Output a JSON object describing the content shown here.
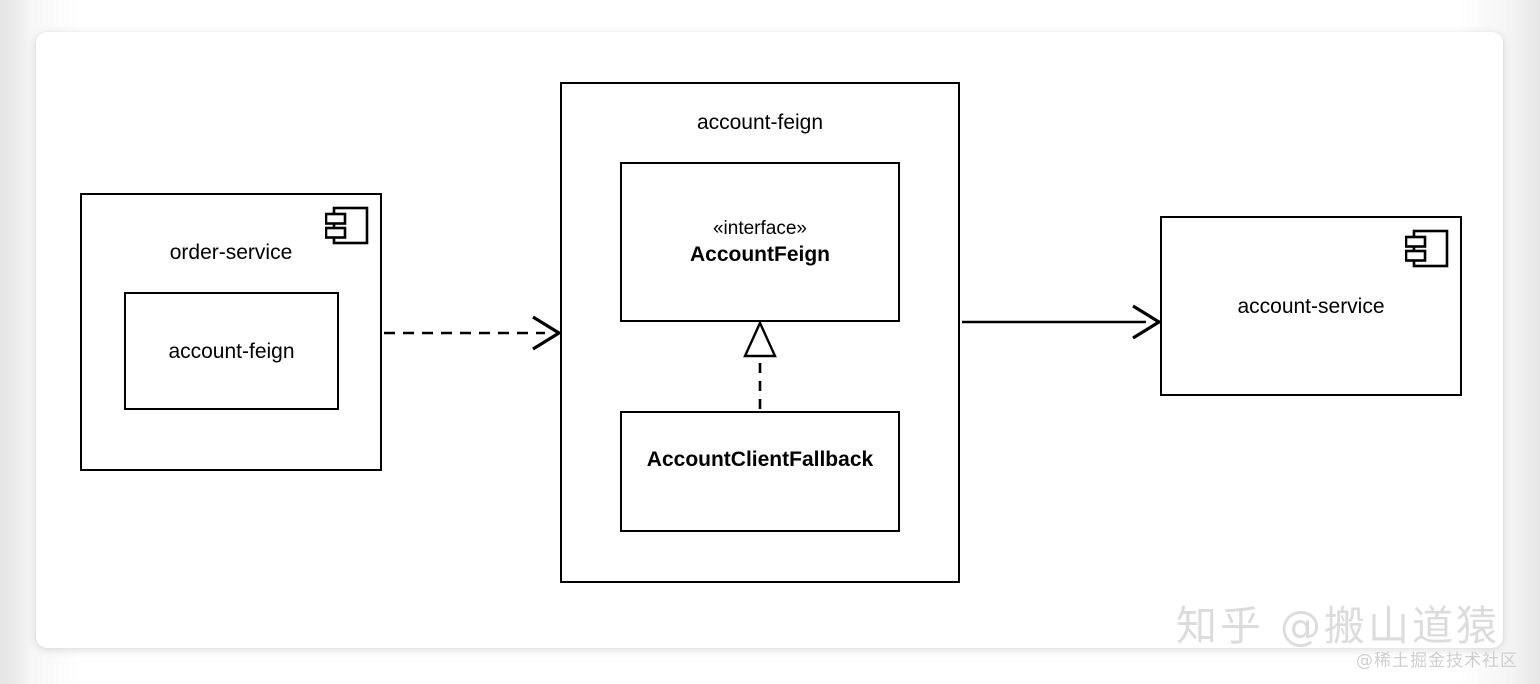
{
  "diagram": {
    "type": "uml-component-diagram",
    "background_color": "#e8e8e8",
    "card_color": "#ffffff",
    "stroke_color": "#000000",
    "nodes": {
      "order_service": {
        "label": "order-service",
        "icon": "uml-component-icon",
        "inner": {
          "label": "account-feign"
        }
      },
      "account_feign_package": {
        "label": "account-feign",
        "interface": {
          "stereotype": "«interface»",
          "name": "AccountFeign"
        },
        "fallback": {
          "name": "AccountClientFallback"
        }
      },
      "account_service": {
        "label": "account-service",
        "icon": "uml-component-icon"
      }
    },
    "edges": [
      {
        "name": "order-service-to-account-feign",
        "style": "dashed",
        "arrow": "open",
        "relation": "dependency"
      },
      {
        "name": "account-feign-to-account-service",
        "style": "solid",
        "arrow": "open",
        "relation": "association"
      },
      {
        "name": "fallback-realizes-interface",
        "style": "dashed",
        "arrow": "hollow-triangle",
        "relation": "realization"
      }
    ]
  },
  "watermark": {
    "main": "知乎 @搬山道猿",
    "sub": "@稀土掘金技术社区"
  }
}
